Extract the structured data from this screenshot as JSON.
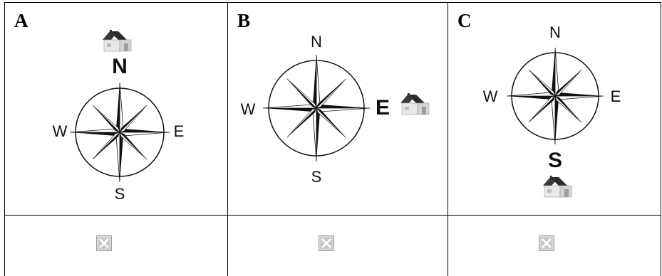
{
  "panels": [
    {
      "letter": "A",
      "labels": {
        "N": "N",
        "E": "E",
        "S": "S",
        "W": "W"
      },
      "highlighted": "N"
    },
    {
      "letter": "B",
      "labels": {
        "N": "N",
        "E": "E",
        "S": "S",
        "W": "W"
      },
      "highlighted": "E"
    },
    {
      "letter": "C",
      "labels": {
        "N": "N",
        "E": "E",
        "S": "S",
        "W": "W"
      },
      "highlighted": "S"
    }
  ],
  "answer_checkboxes": [
    {
      "checked": false,
      "icon": "crossed-checkbox-icon"
    },
    {
      "checked": false,
      "icon": "crossed-checkbox-icon"
    },
    {
      "checked": false,
      "icon": "crossed-checkbox-icon"
    }
  ],
  "colors": {
    "rose_dark": "#111111",
    "house_roof": "#3a3a3a",
    "house_wall": "#e8e8e8",
    "checkbox_border": "#9e9e9e",
    "checkbox_fill": "#c8c8c8"
  }
}
